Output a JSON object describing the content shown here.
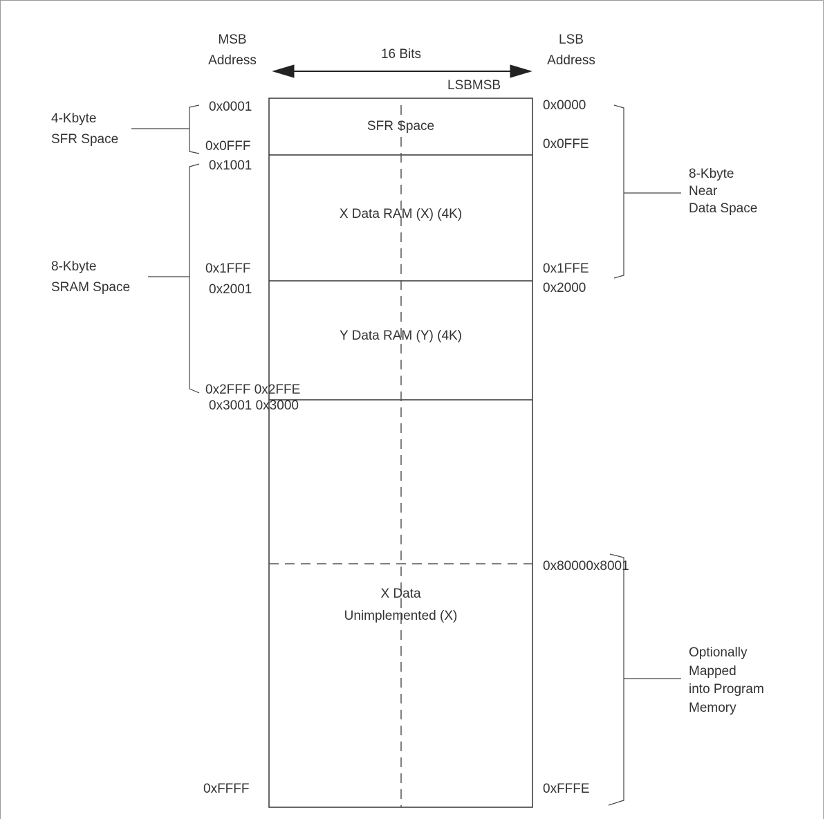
{
  "header": {
    "msb_address": [
      "MSB",
      "Address"
    ],
    "lsb_address": [
      "LSB",
      "Address"
    ],
    "width": "16 Bits",
    "byte_order": "LSBMSB"
  },
  "regions": [
    {
      "name": "SFR Space"
    },
    {
      "name": "X Data RAM (X) (4K)"
    },
    {
      "name": "Y Data RAM (Y) (4K)"
    },
    {
      "name": [
        "X Data",
        "Unimplemented (X)"
      ]
    }
  ],
  "msb_addresses": [
    "0x0001",
    "0x0FFF",
    "0x1001",
    "0x1FFF",
    "0x2001",
    "0x2FFF 0x2FFE",
    "0x3001 0x3000",
    "0xFFFF"
  ],
  "lsb_addresses": [
    "0x0000",
    "0x0FFE",
    "0x1FFE",
    "0x2000",
    "0x80000x8001",
    "0xFFFE"
  ],
  "left_labels": {
    "sfr": [
      "4-Kbyte",
      "SFR Space"
    ],
    "sram": [
      "8-Kbyte",
      "SRAM Space"
    ]
  },
  "right_labels": {
    "near": [
      "8-Kbyte",
      "Near",
      "Data Space"
    ],
    "mapped": [
      "Optionally",
      "Mapped",
      "into Program",
      "Memory"
    ]
  }
}
